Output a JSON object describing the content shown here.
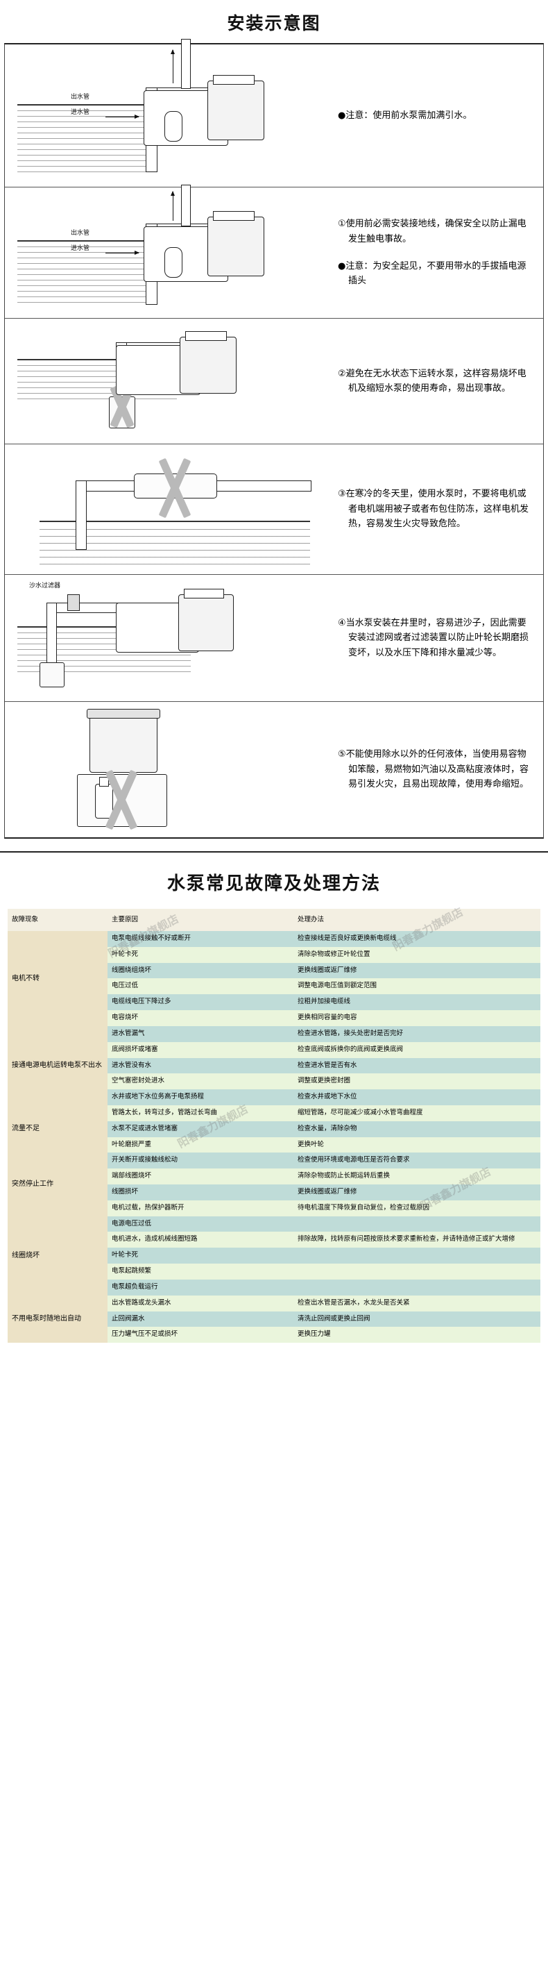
{
  "section1": {
    "title": "安装示意图",
    "panels": [
      {
        "id": "panel-1",
        "labels": [
          "出水管",
          "进水管"
        ],
        "notes": [
          {
            "marker": "●",
            "text": "注意：使用前水泵需加满引水。"
          }
        ]
      },
      {
        "id": "panel-2",
        "labels": [
          "出水管",
          "进水管"
        ],
        "notes": [
          {
            "marker": "①",
            "text": "使用前必需安装接地线，确保安全以防止漏电发生触电事故。"
          },
          {
            "marker": "●",
            "text": "注意：为安全起见，不要用带水的手拔插电源插头"
          }
        ]
      },
      {
        "id": "panel-3",
        "labels": [],
        "notes": [
          {
            "marker": "②",
            "text": "避免在无水状态下运转水泵，这样容易烧坏电机及缩短水泵的使用寿命，易出现事故。"
          }
        ]
      },
      {
        "id": "panel-4",
        "labels": [],
        "notes": [
          {
            "marker": "③",
            "text": "在寒冷的冬天里，使用水泵时，不要将电机或者电机端用被子或者布包住防冻，这样电机发热，容易发生火灾导致危险。"
          }
        ]
      },
      {
        "id": "panel-5",
        "labels": [
          "沙水过滤器"
        ],
        "notes": [
          {
            "marker": "④",
            "text": "当水泵安装在井里时，容易进沙子，因此需要安装过滤网或者过滤装置以防止叶轮长期磨损变坏，以及水压下降和排水量减少等。"
          }
        ]
      },
      {
        "id": "panel-6",
        "labels": [],
        "notes": [
          {
            "marker": "⑤",
            "text": "不能使用除水以外的任何液体，当使用易容物如笨酸，易燃物如汽油以及高粘度液体时，容易引发火灾，且易出现故障，使用寿命缩短。"
          }
        ]
      }
    ]
  },
  "section2": {
    "title": "水泵常见故障及处理方法",
    "watermark": "阳春鑫力旗舰店",
    "columns": [
      "故障现象",
      "主要原因",
      "处理办法"
    ],
    "groups": [
      {
        "symptom": "电机不转",
        "rows": [
          {
            "cause": "电泵电缆线接触不好或断开",
            "fix": "检查接线是否良好或更换新电缆线"
          },
          {
            "cause": "叶轮卡死",
            "fix": "清除杂物或修正叶轮位置"
          },
          {
            "cause": "线圈绕组烧坏",
            "fix": "更换线圈或返厂维修"
          },
          {
            "cause": "电压过低",
            "fix": "调整电源电压值到额定范围"
          },
          {
            "cause": "电缆线电压下降过多",
            "fix": "拉粗并加接电缆线"
          },
          {
            "cause": "电容烧坏",
            "fix": "更换相同容量的电容"
          }
        ]
      },
      {
        "symptom": "接通电源电机运转电泵不出水",
        "rows": [
          {
            "cause": "进水管漏气",
            "fix": "检查进水管路，接头处密封是否完好"
          },
          {
            "cause": "底阀损坏或堵塞",
            "fix": "检查底阀或拆换你的底阀或更换底阀"
          },
          {
            "cause": "进水管没有水",
            "fix": "检查进水管是否有水"
          },
          {
            "cause": "空气塞密封处进水",
            "fix": "调整或更换密封圈"
          },
          {
            "cause": "水井或地下水位务高于电泵扬程",
            "fix": "检查水井或地下水位"
          }
        ]
      },
      {
        "symptom": "流量不足",
        "rows": [
          {
            "cause": "管路太长，转弯过多，管路过长弯曲",
            "fix": "缩短管路，尽可能减少或减小水管弯曲程度"
          },
          {
            "cause": "水泵不足或进水管堵塞",
            "fix": "检查水量，清除杂物"
          },
          {
            "cause": "叶轮磨损严重",
            "fix": "更换叶轮"
          }
        ]
      },
      {
        "symptom": "突然停止工作",
        "rows": [
          {
            "cause": "开关断开或接触线松动",
            "fix": "检查使用环境或电源电压是否符合要求"
          },
          {
            "cause": "端部线圈烧坏",
            "fix": "清除杂物或防止长期运转后重换"
          },
          {
            "cause": "线圈损坏",
            "fix": "更换线圈或返厂维修"
          },
          {
            "cause": "电机过载，热保护器断开",
            "fix": "待电机温度下降恢复自动复位，检查过载原因"
          }
        ]
      },
      {
        "symptom": "线圈烧坏",
        "rows": [
          {
            "cause": "电源电压过低",
            "fix": ""
          },
          {
            "cause": "电机进水，造成机械线圈短路",
            "fix": "排除故障，找转原有问题按原技术要求重新检查，并请特造修正或扩大增修"
          },
          {
            "cause": "叶轮卡死",
            "fix": ""
          },
          {
            "cause": "电泵起跳频繁",
            "fix": ""
          },
          {
            "cause": "电泵超负载运行",
            "fix": ""
          }
        ]
      },
      {
        "symptom": "不用电泵时随地出自动",
        "rows": [
          {
            "cause": "出水管路或龙头漏水",
            "fix": "检查出水管是否漏水，水龙头是否关紧"
          },
          {
            "cause": "止回阀漏水",
            "fix": "清洗止回阀或更换止回阀"
          },
          {
            "cause": "压力罐气压不足或损坏",
            "fix": "更换压力罐"
          }
        ]
      }
    ]
  }
}
